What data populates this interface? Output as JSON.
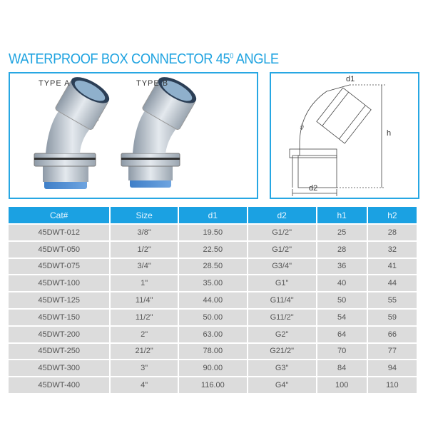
{
  "title": {
    "text": "WATERPROOF BOX CONNECTOR 45",
    "sup": "0",
    "suffix": " ANGLE"
  },
  "photo": {
    "type_a": "TYPE A",
    "type_b": "TYPE B"
  },
  "drawing": {
    "d1": "d1",
    "d2": "d2",
    "h": "h",
    "angle": "45°"
  },
  "colors": {
    "accent": "#1ba1e2",
    "row": "#dcdcdc"
  },
  "table": {
    "headers": [
      "Cat#",
      "Size",
      "d1",
      "d2",
      "h1",
      "h2"
    ],
    "rows": [
      [
        "45DWT-012",
        "3/8\"",
        "19.50",
        "G1/2\"",
        "25",
        "28"
      ],
      [
        "45DWT-050",
        "1/2\"",
        "22.50",
        "G1/2\"",
        "28",
        "32"
      ],
      [
        "45DWT-075",
        "3/4\"",
        "28.50",
        "G3/4\"",
        "36",
        "41"
      ],
      [
        "45DWT-100",
        "1\"",
        "35.00",
        "G1\"",
        "40",
        "44"
      ],
      [
        "45DWT-125",
        "11/4\"",
        "44.00",
        "G11/4\"",
        "50",
        "55"
      ],
      [
        "45DWT-150",
        "11/2\"",
        "50.00",
        "G11/2\"",
        "54",
        "59"
      ],
      [
        "45DWT-200",
        "2\"",
        "63.00",
        "G2\"",
        "64",
        "66"
      ],
      [
        "45DWT-250",
        "21/2\"",
        "78.00",
        "G21/2\"",
        "70",
        "77"
      ],
      [
        "45DWT-300",
        "3\"",
        "90.00",
        "G3\"",
        "84",
        "94"
      ],
      [
        "45DWT-400",
        "4\"",
        "116.00",
        "G4\"",
        "100",
        "110"
      ]
    ]
  }
}
